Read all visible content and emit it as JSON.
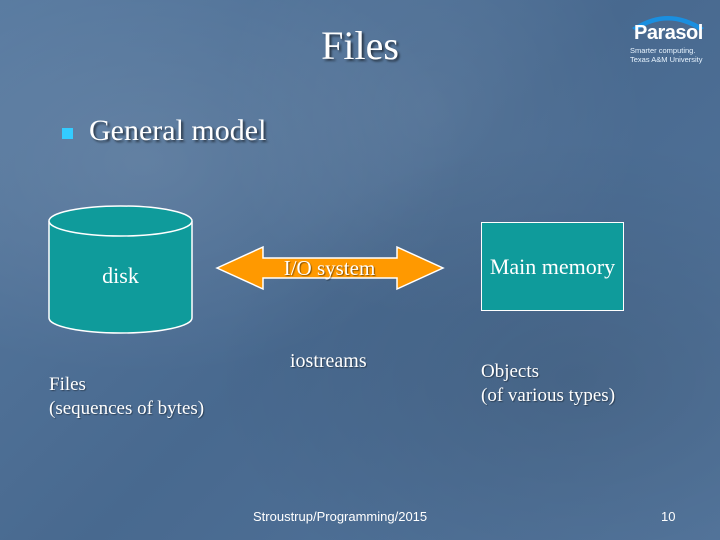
{
  "slide": {
    "title": "Files",
    "bullet": "General model",
    "disk_label": "disk",
    "arrow_label": "I/O system",
    "memory_label": "Main memory",
    "iostreams": "iostreams",
    "files_line1": "Files",
    "files_line2": "(sequences of bytes)",
    "objects_line1": "Objects",
    "objects_line2": "(of various types)",
    "footer_center": "Stroustrup/Programming/2015",
    "page_number": "10"
  },
  "logo": {
    "name": "Parasol",
    "tagline_line1": "Smarter computing.",
    "tagline_line2": "Texas A&M University"
  },
  "colors": {
    "background": "#4d6f96",
    "bullet": "#33ccff",
    "shape_fill": "#0f9b9b",
    "arrow_fill": "#ff9900",
    "text": "#ffffff"
  }
}
